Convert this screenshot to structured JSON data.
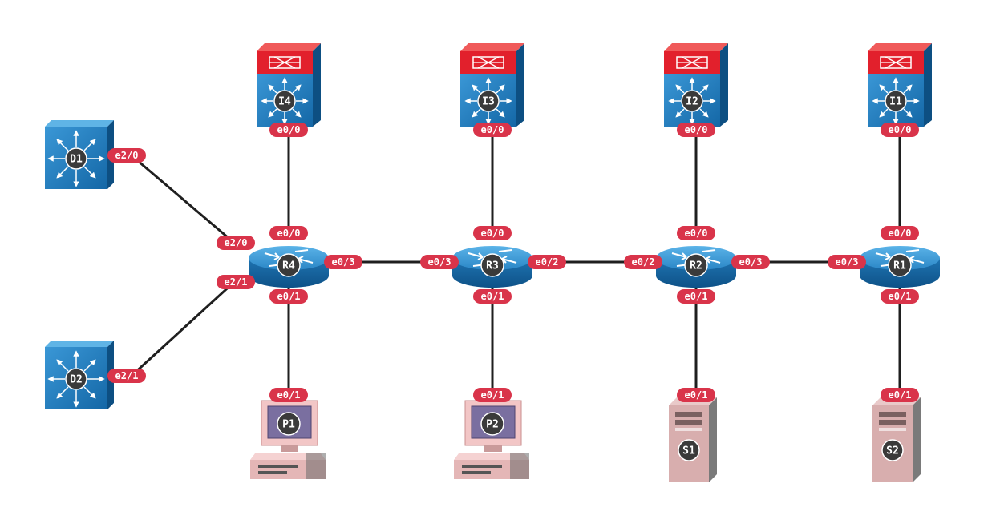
{
  "devices": {
    "i4": "I4",
    "i3": "I3",
    "i2": "I2",
    "i1": "I1",
    "d1": "D1",
    "d2": "D2",
    "r4": "R4",
    "r3": "R3",
    "r2": "R2",
    "r1": "R1",
    "p1": "P1",
    "p2": "P2",
    "s1": "S1",
    "s2": "S2"
  },
  "ports": {
    "i4": "e0/0",
    "i3": "e0/0",
    "i2": "e0/0",
    "i1": "e0/0",
    "d1": "e2/0",
    "d2": "e2/1",
    "r4_top": "e0/0",
    "r4_left_top": "e2/0",
    "r4_left_bottom": "e2/1",
    "r4_right": "e0/3",
    "r4_bottom": "e0/1",
    "r3_top": "e0/0",
    "r3_left": "e0/3",
    "r3_right": "e0/2",
    "r3_bottom": "e0/1",
    "r2_top": "e0/0",
    "r2_left": "e0/2",
    "r2_right": "e0/3",
    "r2_bottom": "e0/1",
    "r1_top": "e0/0",
    "r1_left": "e0/3",
    "r1_bottom": "e0/1",
    "p1": "e0/1",
    "p2": "e0/1",
    "s1": "e0/1",
    "s2": "e0/1"
  },
  "colors": {
    "link": "#1f1f1f",
    "port_badge": "#d9344a",
    "device_blue": "#1d78b8",
    "device_blue_light": "#4aa6de",
    "device_blue_dark": "#0f5c92",
    "firewall_red": "#e2202c",
    "label_circle": "#3a3a3a",
    "pc_body": "#f2c6c6",
    "server_body": "#d8aeae"
  }
}
